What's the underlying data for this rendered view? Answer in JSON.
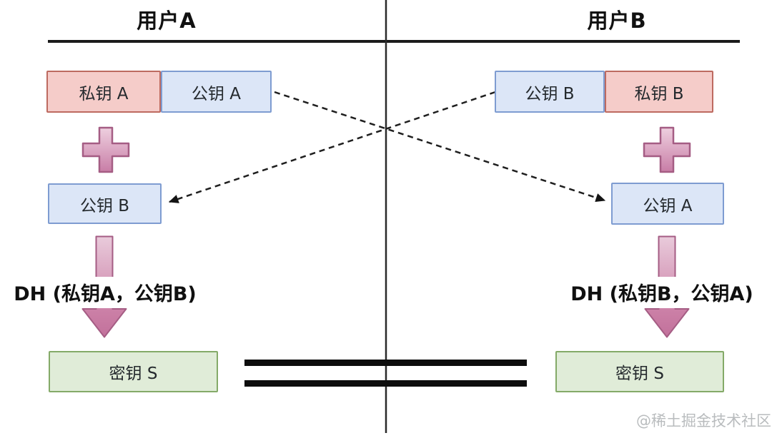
{
  "columns": {
    "user_a": {
      "header": "用户A",
      "private_key_label": "私钥 A",
      "public_key_label": "公钥 A",
      "received_key_label": "公钥 B",
      "dh_formula": "DH (私钥A，公钥B)",
      "secret_label": "密钥 S"
    },
    "user_b": {
      "header": "用户B",
      "public_key_label": "公钥 B",
      "private_key_label": "私钥 B",
      "received_key_label": "公钥 A",
      "dh_formula": "DH (私钥B，公钥A)",
      "secret_label": "密钥 S"
    }
  },
  "watermark": "@稀土掘金技术社区",
  "colors": {
    "private_key_fill": "#f5ccc9",
    "private_key_border": "#bd6a60",
    "public_key_fill": "#dce6f7",
    "public_key_border": "#7e9cd1",
    "secret_fill": "#e0ecd8",
    "secret_border": "#84aa68",
    "plus_light": "#eed0df",
    "plus_dark": "#c87da6",
    "plus_border": "#a55d84",
    "arrow_light": "#e9cbdb",
    "arrow_dark": "#cb7fa6",
    "line_color": "#1d1d1d",
    "watermark_color": "#b9bcbe"
  }
}
